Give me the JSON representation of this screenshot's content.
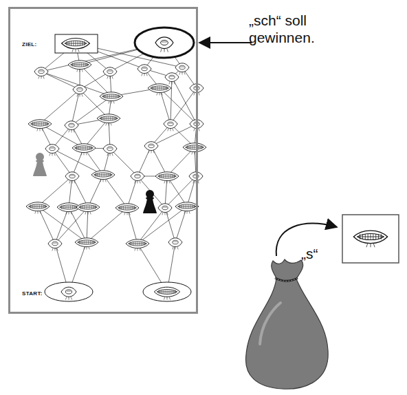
{
  "diagram": {
    "nodes": [
      {
        "text": [
          "ZIEL:",
          "START:"
        ]
      }
    ],
    "labels": [
      "„sch“ soll gewinnen.",
      "„s“"
    ]
  }
}
